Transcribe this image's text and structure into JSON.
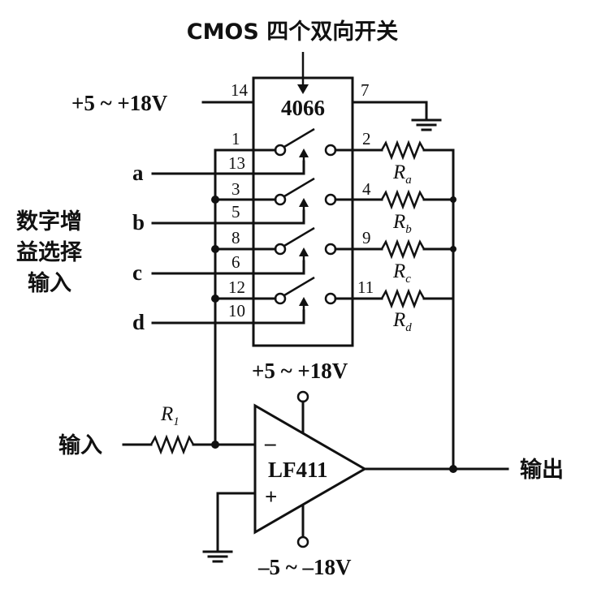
{
  "title": "CMOS 四个双向开关",
  "chip_label": "4066",
  "supply_pos": "+5 ~ +18V",
  "supply_neg": "–5 ~ –18V",
  "control_group_label": [
    "数字增",
    "益选择",
    "输入"
  ],
  "control_inputs": [
    "a",
    "b",
    "c",
    "d"
  ],
  "chip_pins": {
    "vdd": "14",
    "gnd": "7",
    "sw1": {
      "in": "1",
      "ctrl": "13",
      "out": "2"
    },
    "sw2": {
      "in": "3",
      "ctrl": "5",
      "out": "4"
    },
    "sw3": {
      "in": "8",
      "ctrl": "6",
      "out": "9"
    },
    "sw4": {
      "in": "12",
      "ctrl": "10",
      "out": "11"
    }
  },
  "resistors": [
    {
      "name": "R",
      "sub": "a"
    },
    {
      "name": "R",
      "sub": "b"
    },
    {
      "name": "R",
      "sub": "c"
    },
    {
      "name": "R",
      "sub": "d"
    }
  ],
  "input_resistor": {
    "name": "R",
    "sub": "1"
  },
  "opamp": {
    "label": "LF411",
    "minus": "–",
    "plus": "+"
  },
  "input_label": "输入",
  "output_label": "输出"
}
